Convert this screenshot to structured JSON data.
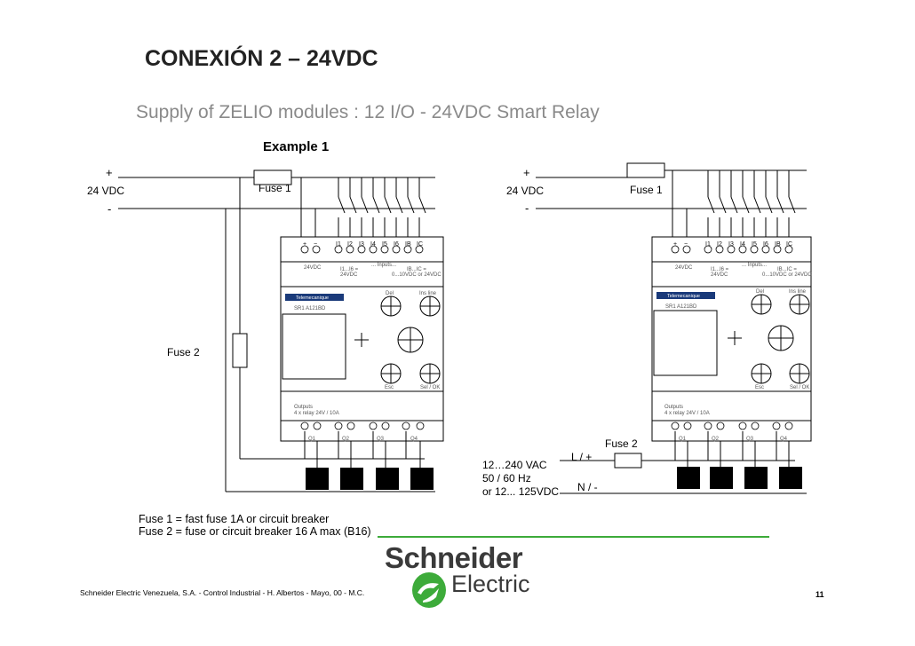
{
  "title": "CONEXIÓN 2 – 24VDC",
  "subtitle": "Supply of  ZELIO modules : 12 I/O - 24VDC Smart Relay",
  "example_label": "Example 1",
  "left": {
    "plus": "+",
    "minus": "-",
    "voltage": "24 VDC",
    "fuse1": "Fuse 1",
    "fuse2": "Fuse 2"
  },
  "right": {
    "plus": "+",
    "minus": "-",
    "voltage": "24 VDC",
    "fuse1": "Fuse 1",
    "fuse2": "Fuse 2",
    "l_plus": "L / +",
    "n_minus": "N / -",
    "supply_line1": "12…240 VAC",
    "supply_line2": "50 / 60 Hz",
    "supply_line3": "or 12... 125VDC"
  },
  "module": {
    "terminals_top": [
      "+",
      "−",
      "I1",
      "I2",
      "I3",
      "I4",
      "I5",
      "I6",
      "IB",
      "IC"
    ],
    "power_label": "24VDC",
    "inputs_label": "... Inputs...",
    "i1_i6": "I1...I6 =",
    "i1_i6_sub": "24VDC",
    "ib_ic": "IB...IC =",
    "ib_ic_sub": "0...10VDC or 24VDC",
    "brand": "Telemecanique",
    "model": "SR1 A121BD",
    "del_label": "Del",
    "ins_label": "Ins line",
    "esc_label": "Esc",
    "sel_label": "Sel / OK",
    "outputs_label": "Outputs",
    "outputs_spec": "4 x relay 24V / 10A",
    "output_names": [
      "Q1",
      "Q2",
      "Q3",
      "Q4"
    ]
  },
  "legend": {
    "line1": "Fuse 1 = fast fuse 1A  or circuit breaker",
    "line2": "Fuse 2 = fuse or circuit breaker 16 A max (B16)"
  },
  "footer": "Schneider Electric Venezuela, S.A. - Control Industrial - H. Albertos - Mayo, 00 - M.C.",
  "page_number": "11",
  "logo": {
    "name": "Schneider",
    "sub": "Electric",
    "accent_color": "#3dab3a"
  }
}
